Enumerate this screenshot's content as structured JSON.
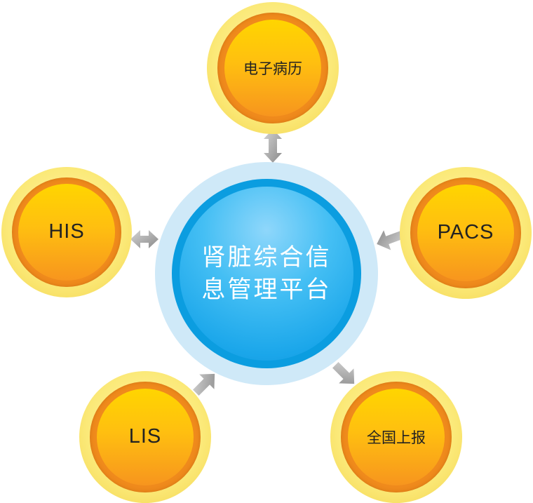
{
  "hub": {
    "line1": "肾脏综合信",
    "line2": "息管理平台"
  },
  "nodes": {
    "emr": {
      "label": "电子病历"
    },
    "his": {
      "label": "HIS"
    },
    "pacs": {
      "label": "PACS"
    },
    "lis": {
      "label": "LIS"
    },
    "report": {
      "label": "全国上报"
    }
  },
  "colors": {
    "node_outer": "#fbe978",
    "node_ring": "#ef8a1c",
    "node_core": "#ffc90e",
    "hub_outer": "#cfe9f8",
    "hub_ring": "#0b9de0",
    "hub_core": "#45bff4",
    "arrow": "#9a9a9a"
  }
}
